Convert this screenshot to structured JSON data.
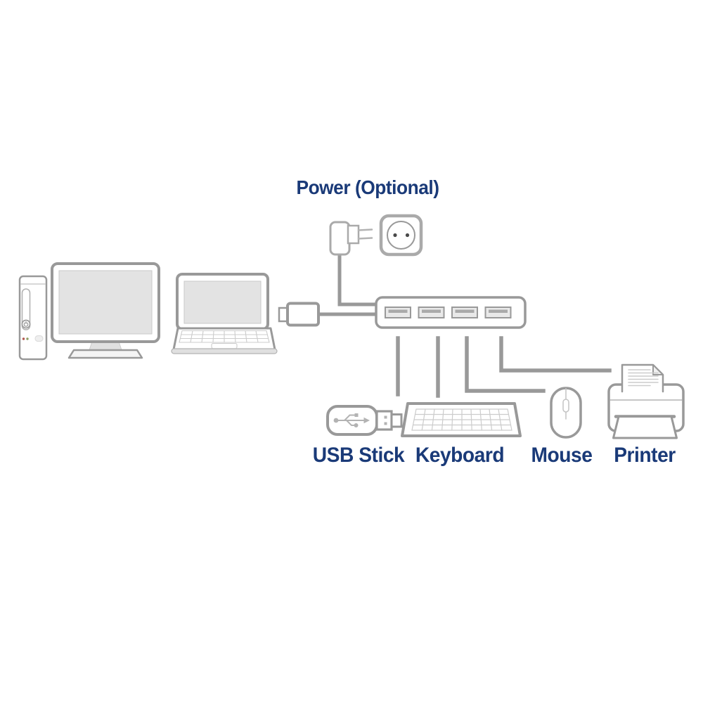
{
  "diagram": {
    "type": "usb-hub-connection-diagram",
    "labels": {
      "power": "Power (Optional)",
      "usb_stick": "USB Stick",
      "keyboard": "Keyboard",
      "mouse": "Mouse",
      "printer": "Printer"
    },
    "hub": {
      "ports": 4,
      "connections": [
        "usb-stick",
        "keyboard",
        "mouse",
        "printer"
      ],
      "host_devices": [
        "desktop-pc",
        "laptop"
      ],
      "power_input": "optional-power-adapter"
    },
    "icons": [
      "desktop-tower-icon",
      "monitor-icon",
      "laptop-icon",
      "usb-plug-icon",
      "usb-hub-icon",
      "power-adapter-icon",
      "power-socket-icon",
      "usb-stick-icon",
      "keyboard-icon",
      "mouse-icon",
      "printer-icon"
    ],
    "colors": {
      "label_text": "#1a3a78",
      "outline_gray": "#999999",
      "detail_gray": "#c4c4c4",
      "screen_fill": "#e3e3e3",
      "background": "#ffffff"
    }
  }
}
